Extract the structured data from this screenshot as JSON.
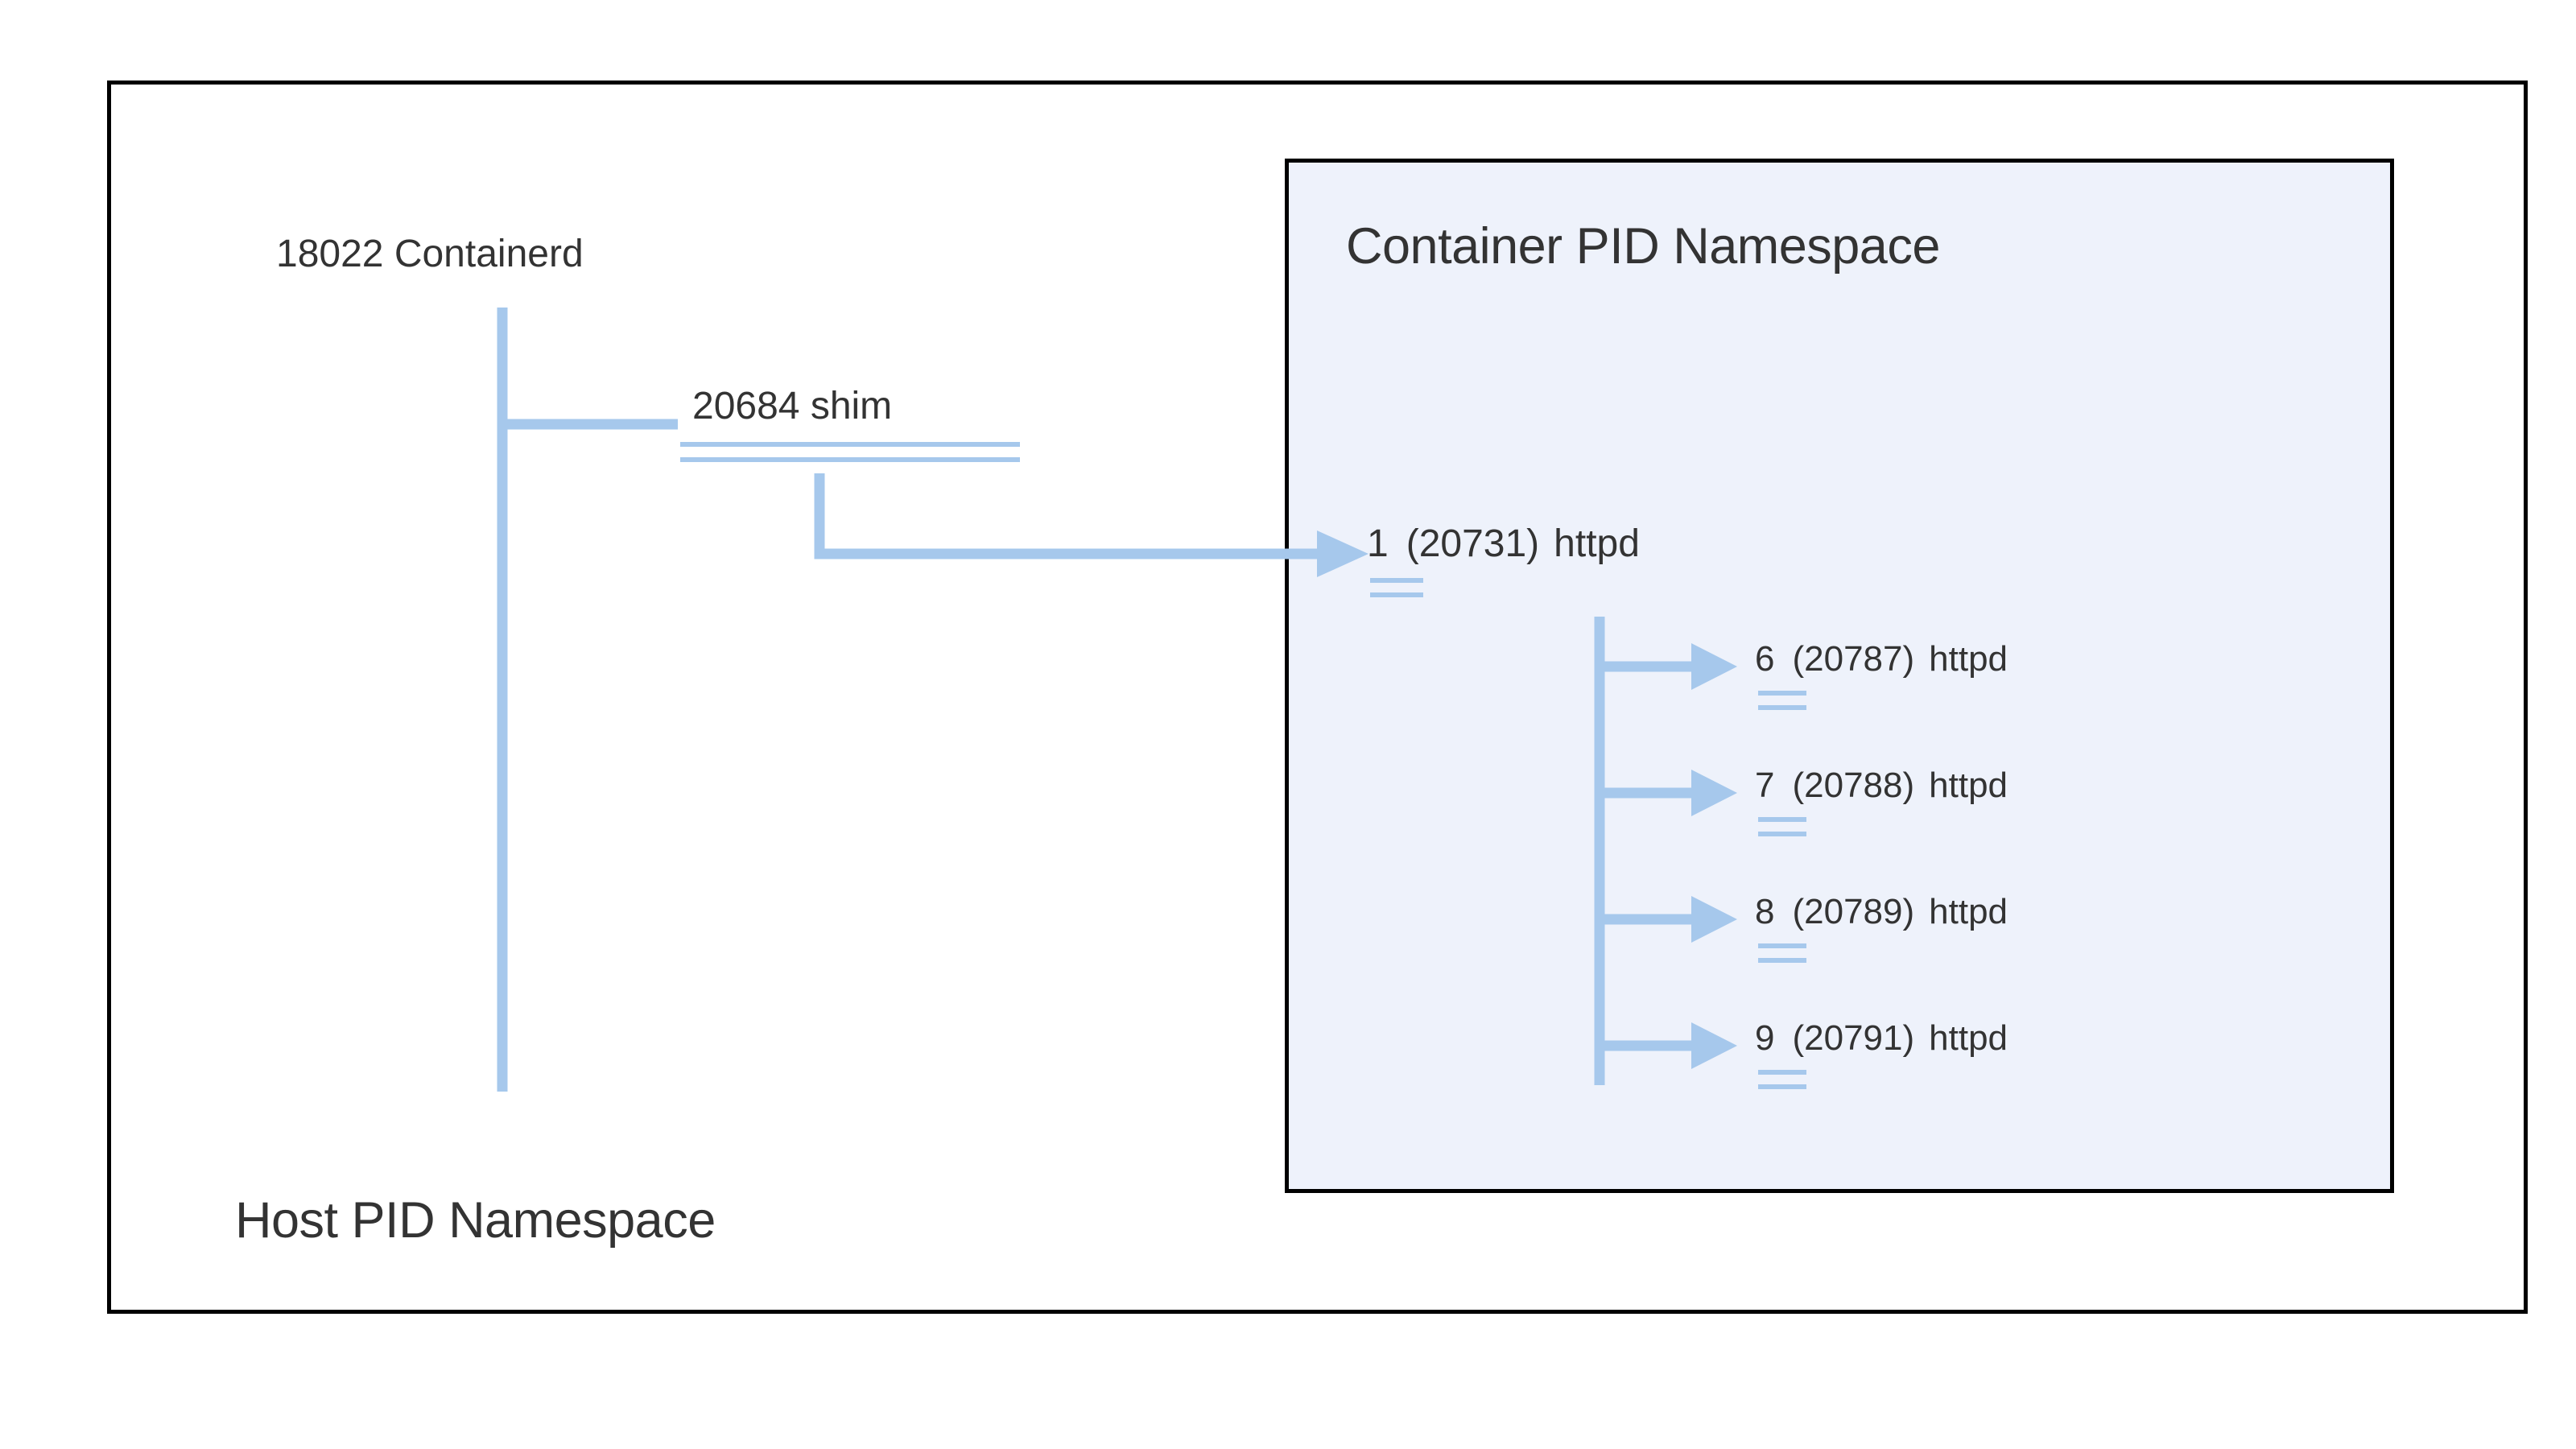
{
  "diagram": {
    "host_namespace": {
      "title": "Host PID Namespace",
      "processes": [
        {
          "pid": "18022",
          "name": "Containerd",
          "label": "18022 Containerd"
        },
        {
          "pid": "20684",
          "name": "shim",
          "label": "20684 shim"
        }
      ]
    },
    "container_namespace": {
      "title": "Container PID Namespace",
      "processes": [
        {
          "ns_pid": "1",
          "host_pid": "(20731)",
          "name": "httpd"
        },
        {
          "ns_pid": "6",
          "host_pid": "(20787)",
          "name": "httpd"
        },
        {
          "ns_pid": "7",
          "host_pid": "(20788)",
          "name": "httpd"
        },
        {
          "ns_pid": "8",
          "host_pid": "(20789)",
          "name": "httpd"
        },
        {
          "ns_pid": "9",
          "host_pid": "(20791)",
          "name": "httpd"
        }
      ]
    },
    "colors": {
      "connector": "#a6c8ec",
      "text": "#333333",
      "border": "#000000",
      "container_fill": "#eef2fb",
      "host_fill": "#ffffff"
    }
  }
}
